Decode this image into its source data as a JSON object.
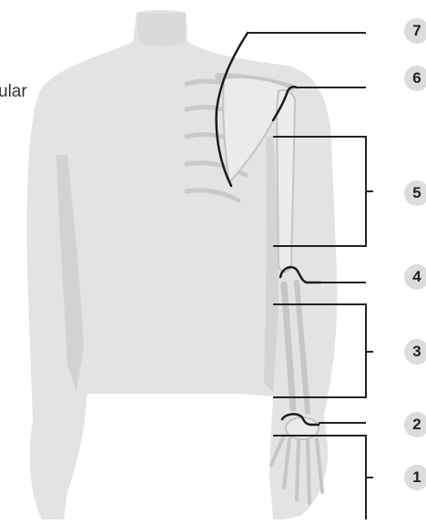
{
  "partial_label": "ular",
  "labels": [
    {
      "id": "7",
      "text": "7"
    },
    {
      "id": "6",
      "text": "6"
    },
    {
      "id": "5",
      "text": "5"
    },
    {
      "id": "4",
      "text": "4"
    },
    {
      "id": "3",
      "text": "3"
    },
    {
      "id": "2",
      "text": "2"
    },
    {
      "id": "1",
      "text": "1"
    }
  ],
  "colors": {
    "body_fill": "#e3e3e3",
    "shadow_fill": "#d2d2d2",
    "bone_fill": "#eeeeee",
    "bone_stroke": "#c4c4c4",
    "outline_stroke": "#1a1a1a",
    "leader_stroke": "#222222",
    "badge_fill": "#dcdcdc"
  }
}
